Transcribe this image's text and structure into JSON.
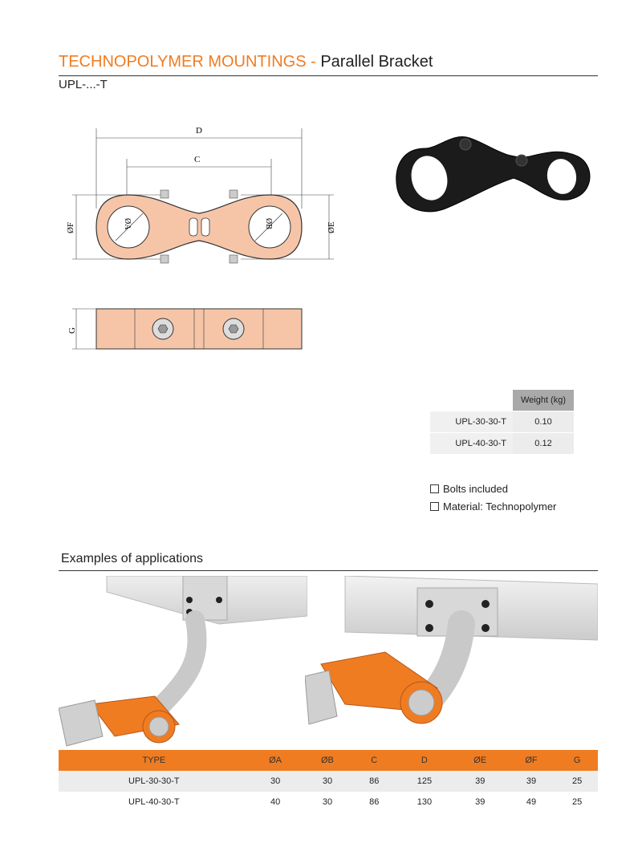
{
  "header": {
    "title_orange": "TECHNOPOLYMER MOUNTINGS -",
    "title_dark": "Parallel  Bracket",
    "code": "UPL-...-T"
  },
  "drawing": {
    "dim_d": "D",
    "dim_c": "C",
    "dim_f": "ØF",
    "dim_e": "ØE",
    "dim_a": "ØA",
    "dim_b": "ØB",
    "dim_g": "G"
  },
  "weight": {
    "header": "Weight (kg)",
    "rows": [
      {
        "type": "UPL-30-30-T",
        "value": "0.10"
      },
      {
        "type": "UPL-40-30-T",
        "value": "0.12"
      }
    ]
  },
  "features": [
    "Bolts included",
    "Material: Technopolymer"
  ],
  "examples_title": "Examples of applications",
  "spec": {
    "headers": [
      "TYPE",
      "ØA",
      "ØB",
      "C",
      "D",
      "ØE",
      "ØF",
      "G"
    ],
    "rows": [
      [
        "UPL-30-30-T",
        "30",
        "30",
        "86",
        "125",
        "39",
        "39",
        "25"
      ],
      [
        "UPL-40-30-T",
        "40",
        "30",
        "86",
        "130",
        "39",
        "49",
        "25"
      ]
    ]
  },
  "colors": {
    "accent": "#f07c22",
    "part_fill": "#f6c5a8",
    "black_part": "#1b1b1b"
  }
}
